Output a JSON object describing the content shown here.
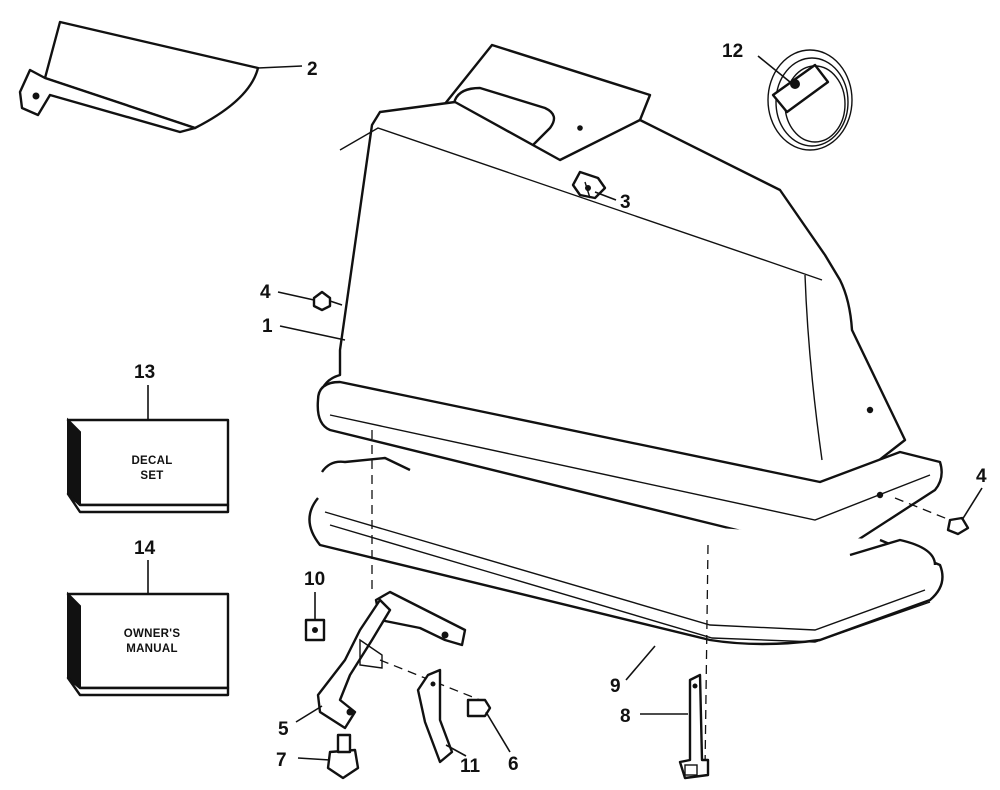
{
  "callouts": [
    {
      "id": "1",
      "label": "1"
    },
    {
      "id": "2",
      "label": "2"
    },
    {
      "id": "3",
      "label": "3"
    },
    {
      "id": "4a",
      "label": "4"
    },
    {
      "id": "4b",
      "label": "4"
    },
    {
      "id": "5",
      "label": "5"
    },
    {
      "id": "6",
      "label": "6"
    },
    {
      "id": "7",
      "label": "7"
    },
    {
      "id": "8",
      "label": "8"
    },
    {
      "id": "9",
      "label": "9"
    },
    {
      "id": "10",
      "label": "10"
    },
    {
      "id": "11",
      "label": "11"
    },
    {
      "id": "12",
      "label": "12"
    },
    {
      "id": "13",
      "label": "13"
    },
    {
      "id": "14",
      "label": "14"
    }
  ],
  "boxes": {
    "decal": {
      "line1": "DECAL",
      "line2": "SET"
    },
    "manual": {
      "line1": "OWNER'S",
      "line2": "MANUAL"
    }
  }
}
